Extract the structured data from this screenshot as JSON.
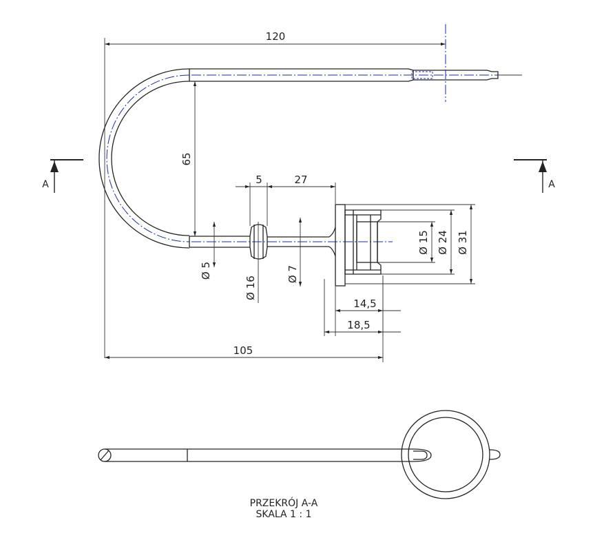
{
  "dimensions": {
    "overall_width": "120",
    "height": "65",
    "pin_length": "105",
    "collar_width": "5",
    "shaft_length": "27",
    "wire_dia": "Ø 5",
    "collar_dia": "Ø 16",
    "shaft_dia": "Ø 7",
    "body_dia_15": "Ø 15",
    "body_dia_24": "Ø 24",
    "body_dia_31": "Ø 31",
    "len_14_5": "14,5",
    "len_18_5": "18,5"
  },
  "section_marks": {
    "left": "A",
    "right": "A"
  },
  "section_title": {
    "line1": "PRZEKRÓJ A-A",
    "line2": "SKALA 1 : 1"
  }
}
